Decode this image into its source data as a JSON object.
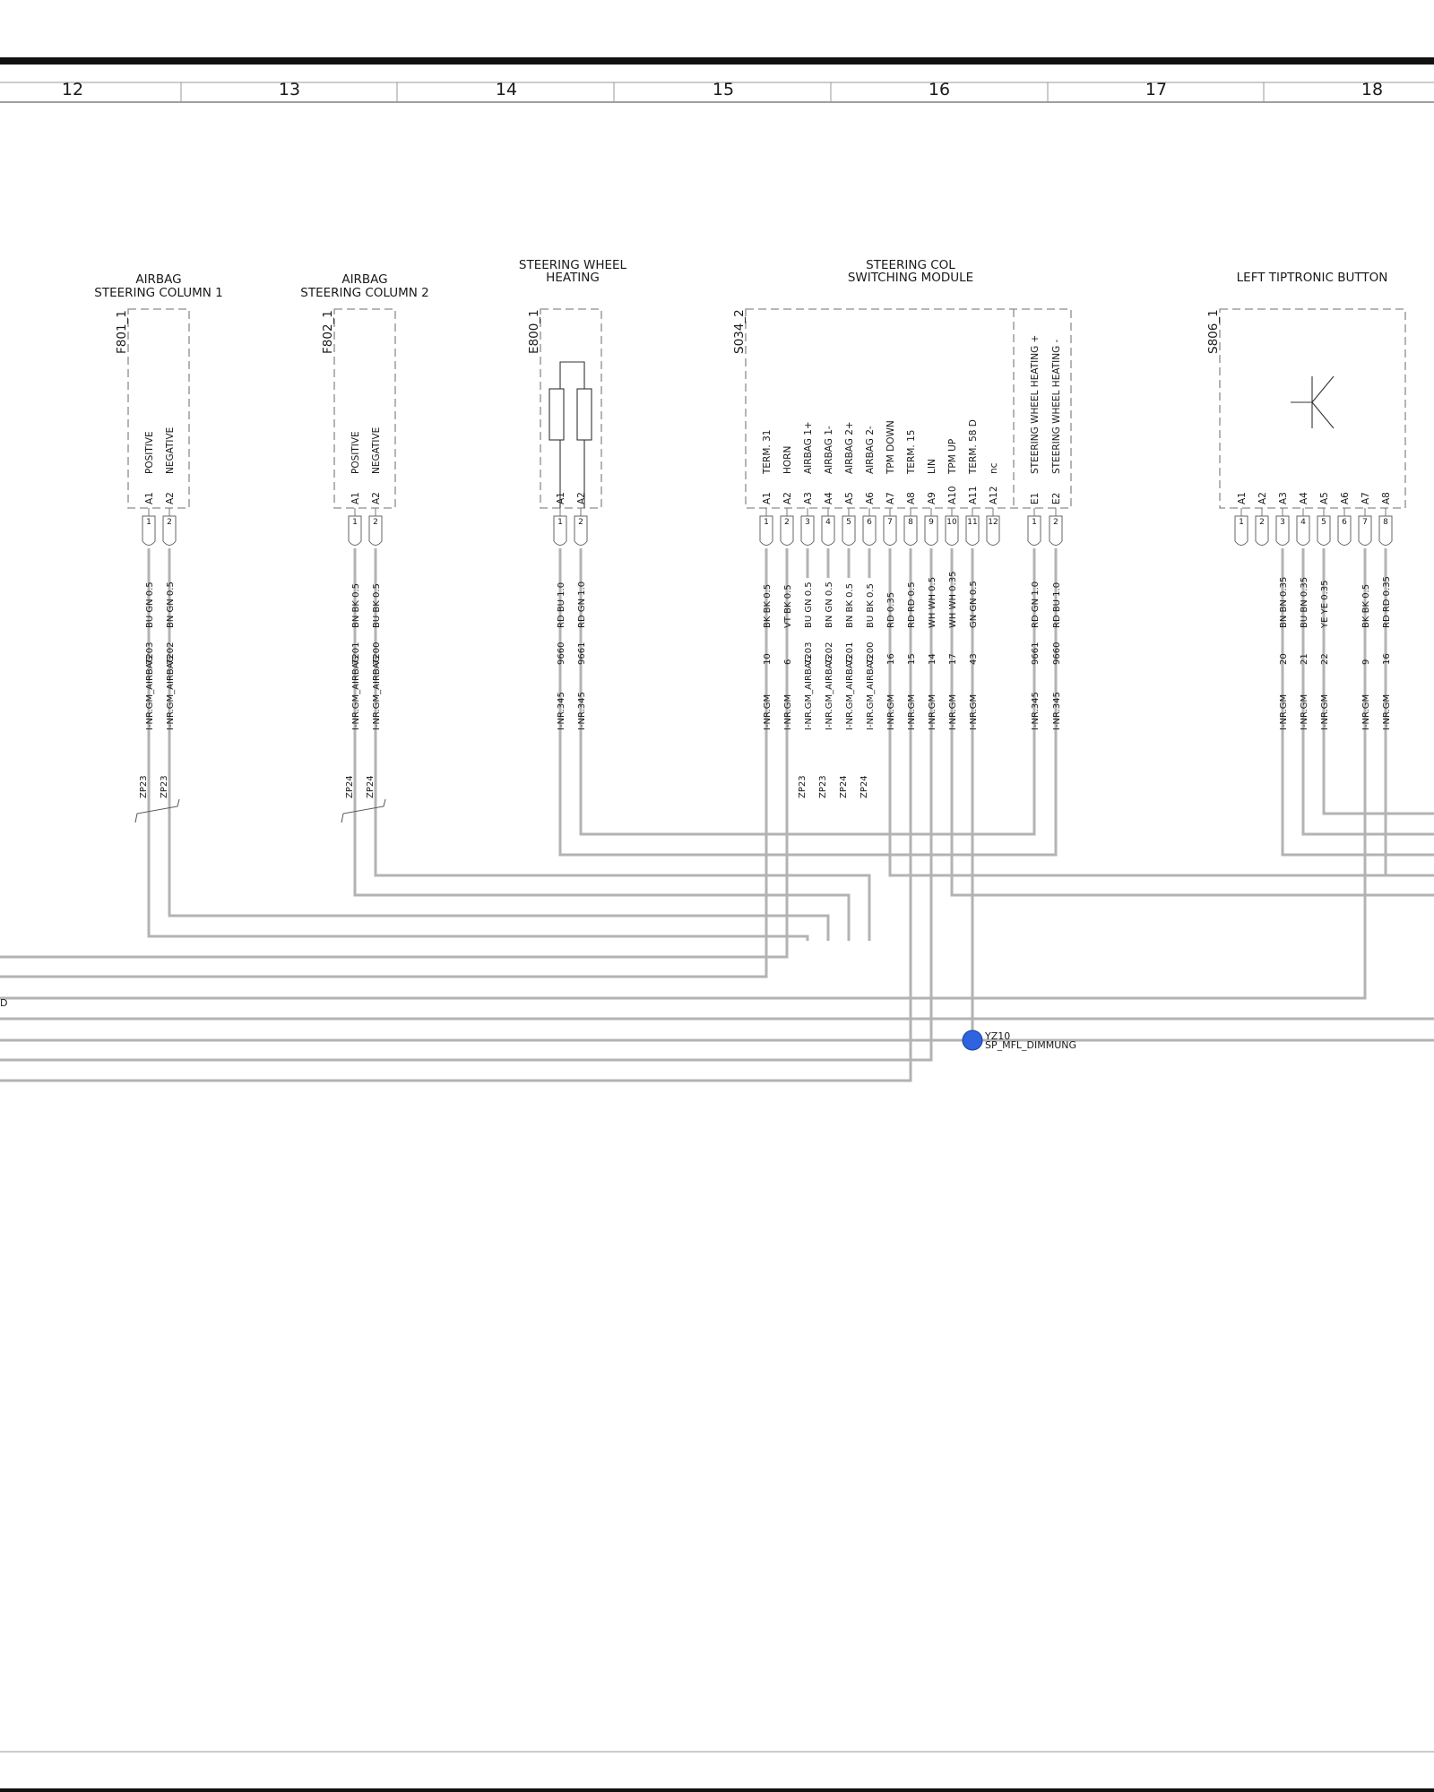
{
  "grid": {
    "zones": [
      "12",
      "13",
      "14",
      "15",
      "16",
      "17",
      "18"
    ]
  },
  "components": {
    "f801": {
      "id": "F801_1",
      "title": [
        "AIRBAG",
        "STEERING COLUMN 1"
      ],
      "pin_functions": [
        "POSITIVE",
        "NEGATIVE"
      ],
      "pin_names": [
        "A1",
        "A2"
      ],
      "pin_numbers": [
        "1",
        "2"
      ],
      "wire_colors": [
        "BU GN 0.5",
        "BN GN 0.5"
      ],
      "wire_ids": [
        "7203",
        "7202"
      ],
      "harness": [
        "I-NR.GM_AIRBAG",
        "I-NR.GM_AIRBAG"
      ],
      "zp": [
        "ZP23",
        "ZP23"
      ]
    },
    "f802": {
      "id": "F802_1",
      "title": [
        "AIRBAG",
        "STEERING COLUMN 2"
      ],
      "pin_functions": [
        "POSITIVE",
        "NEGATIVE"
      ],
      "pin_names": [
        "A1",
        "A2"
      ],
      "pin_numbers": [
        "1",
        "2"
      ],
      "wire_colors": [
        "BN BK 0.5",
        "BU BK 0.5"
      ],
      "wire_ids": [
        "7201",
        "7200"
      ],
      "harness": [
        "I-NR.GM_AIRBAG",
        "I-NR.GM_AIRBAG"
      ],
      "zp": [
        "ZP24",
        "ZP24"
      ]
    },
    "e800": {
      "id": "E800_1",
      "title": [
        "STEERING WHEEL",
        "HEATING"
      ],
      "pin_names": [
        "A1",
        "A2"
      ],
      "pin_numbers": [
        "1",
        "2"
      ],
      "wire_colors": [
        "RD BU 1.0",
        "RD GN 1.0"
      ],
      "wire_ids": [
        "9660",
        "9661"
      ],
      "harness": [
        "I-NR.345",
        "I-NR.345"
      ]
    },
    "s034": {
      "id": "S034_2",
      "title": [
        "STEERING COL",
        "SWITCHING MODULE"
      ],
      "pin_functions": [
        "TERM. 31",
        "HORN",
        "AIRBAG 1+",
        "AIRBAG 1-",
        "AIRBAG 2+",
        "AIRBAG 2-",
        "TPM DOWN",
        "TERM. 15",
        "LIN",
        "TPM UP",
        "TERM. 58 D",
        "nc",
        "STEERING WHEEL HEATING +",
        "STEERING WHEEL HEATING -"
      ],
      "pin_names": [
        "A1",
        "A2",
        "A3",
        "A4",
        "A5",
        "A6",
        "A7",
        "A8",
        "A9",
        "A10",
        "A11",
        "A12",
        "E1",
        "E2"
      ],
      "pin_numbers": [
        "1",
        "2",
        "3",
        "4",
        "5",
        "6",
        "7",
        "8",
        "9",
        "10",
        "11",
        "12",
        "1",
        "2"
      ],
      "wire_colors": [
        "BK BK 0.5",
        "VT BK 0.5",
        "BU GN 0.5",
        "BN GN 0.5",
        "BN BK 0.5",
        "BU BK 0.5",
        "RD 0.35",
        "RD RD 0.5",
        "WH WH 0.5",
        "WH WH 0.35",
        "GN GN 0.5",
        "",
        "RD GN 1.0",
        "RD BU 1.0"
      ],
      "wire_ids": [
        "10",
        "6",
        "7203",
        "7202",
        "7201",
        "7200",
        "16",
        "15",
        "14",
        "17",
        "43",
        "",
        "9661",
        "9660"
      ],
      "harness": [
        "I-NR.GM",
        "I-NR.GM",
        "I-NR.GM_AIRBAG",
        "I-NR.GM_AIRBAG",
        "I-NR.GM_AIRBAG",
        "I-NR.GM_AIRBAG",
        "I-NR.GM",
        "I-NR.GM",
        "I-NR.GM",
        "I-NR.GM",
        "I-NR.GM",
        "",
        "I-NR.345",
        "I-NR.345"
      ],
      "zp": [
        "",
        "",
        "ZP23",
        "ZP23",
        "ZP24",
        "ZP24",
        "",
        "",
        "",
        "",
        "",
        "",
        "",
        ""
      ]
    },
    "s806": {
      "id": "S806_1",
      "title": [
        "LEFT TIPTRONIC BUTTON"
      ],
      "pin_names": [
        "A1",
        "A2",
        "A3",
        "A4",
        "A5",
        "A6",
        "A7",
        "A8"
      ],
      "pin_numbers": [
        "1",
        "2",
        "3",
        "4",
        "5",
        "6",
        "7",
        "8"
      ],
      "wire_colors": [
        "",
        "",
        "BN BN 0.35",
        "BU BN 0.35",
        "YE YE 0.35",
        "",
        "BK BK 0.5",
        "RD RD 0.35"
      ],
      "wire_ids": [
        "",
        "",
        "20",
        "21",
        "22",
        "",
        "9",
        "16"
      ],
      "harness": [
        "",
        "",
        "I-NR.GM",
        "I-NR.GM",
        "I-NR.GM",
        "",
        "I-NR.GM",
        "I-NR.GM"
      ]
    }
  },
  "splice": {
    "id": "YZ10",
    "name": "SP_MFL_DIMMUNG",
    "color": "#2f63e0"
  },
  "edge_label": "D",
  "colors": {
    "wire": "#b3b3b3",
    "border": "#111111",
    "dash": "#8c8c8c"
  }
}
